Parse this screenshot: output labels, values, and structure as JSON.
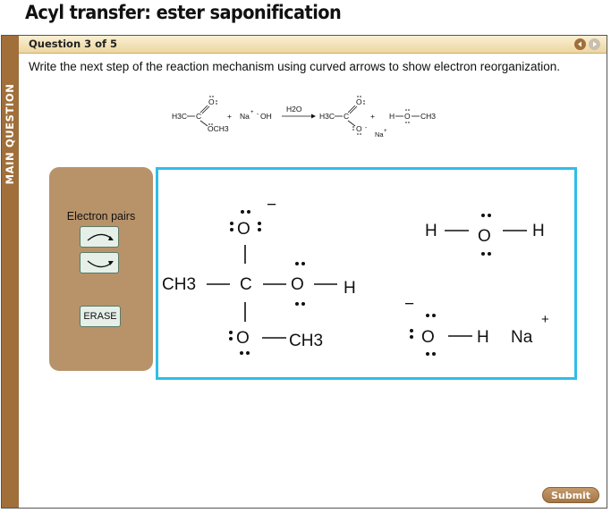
{
  "app": {
    "title": "Acyl transfer: ester saponification"
  },
  "sidebar": {
    "label": "MAIN QUESTION"
  },
  "question": {
    "title": "Question 3 of 5",
    "prompt": "Write the next step of the reaction mechanism using curved arrows to show electron reorganization."
  },
  "equation": {
    "reactant": {
      "left_group": "H3C",
      "carbon": "C",
      "carbonyl_o": "O",
      "alkoxy": "OCH3"
    },
    "plus1": "+",
    "reagent": {
      "cation": "Na",
      "cation_charge": "+",
      "anion": "OH",
      "anion_charge": "-"
    },
    "arrow_label": "H2O",
    "product1": {
      "left_group": "H3C",
      "carbon": "C",
      "top_o": "O",
      "bottom_o": "O",
      "charge": "-",
      "counter_ion": "Na",
      "counter_charge": "+"
    },
    "plus2": "+",
    "product2": {
      "h": "H",
      "o": "O",
      "ch3": "CH3"
    }
  },
  "tools": {
    "label": "Electron pairs",
    "tool_curved_arrow": "curved-arrow-tool",
    "tool_reverse_arrow": "reverse-curved-arrow-tool",
    "erase_label": "ERASE"
  },
  "workspace": {
    "tetrahedral": {
      "top_o": "O",
      "top_o_charge": "−",
      "ch3_left": "CH3",
      "carbon": "C",
      "oh_o": "O",
      "oh_h": "H",
      "bottom_o": "O",
      "bottom_ch3": "CH3"
    },
    "water": {
      "h1": "H",
      "o": "O",
      "h2": "H"
    },
    "hydroxide": {
      "charge": "−",
      "o": "O",
      "h": "H",
      "counter_ion": "Na",
      "counter_charge": "+"
    }
  },
  "submit": {
    "label": "Submit"
  },
  "colors": {
    "sidebar": "#a06f3a",
    "workspace_border": "#2fbde8",
    "tools_panel": "#b8936a",
    "submit": "#a47646"
  }
}
